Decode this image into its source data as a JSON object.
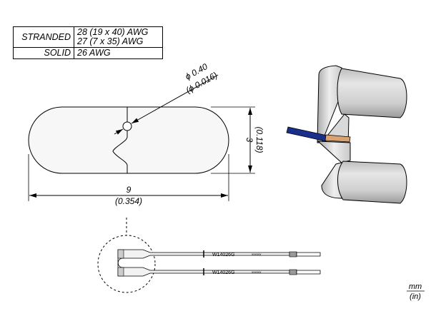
{
  "wire_table": {
    "rows": [
      {
        "type": "STRANDED",
        "values": [
          "28 (19 x 40) AWG",
          "27 (7 x 35) AWG"
        ]
      },
      {
        "type": "SOLID",
        "values": [
          "26 AWG"
        ]
      }
    ]
  },
  "top_view": {
    "hole_diameter_mm": "ϕ 0.40",
    "hole_diameter_in": "(ϕ 0.016)",
    "height_mm": "3",
    "height_in": "(0.118)",
    "width_mm": "9",
    "width_in": "(0.354)"
  },
  "side_view": {
    "tips": [
      {
        "part_number": "W14026G",
        "marking": "xxxxxx"
      },
      {
        "part_number": "W14026G",
        "marking": "xxxxxx"
      }
    ]
  },
  "units": {
    "primary": "mm",
    "secondary": "(in)"
  },
  "colors": {
    "wire_insulation": "#1a2e8c",
    "wire_conductor": "#d9a273",
    "tip_body": "#d8d8d8"
  }
}
